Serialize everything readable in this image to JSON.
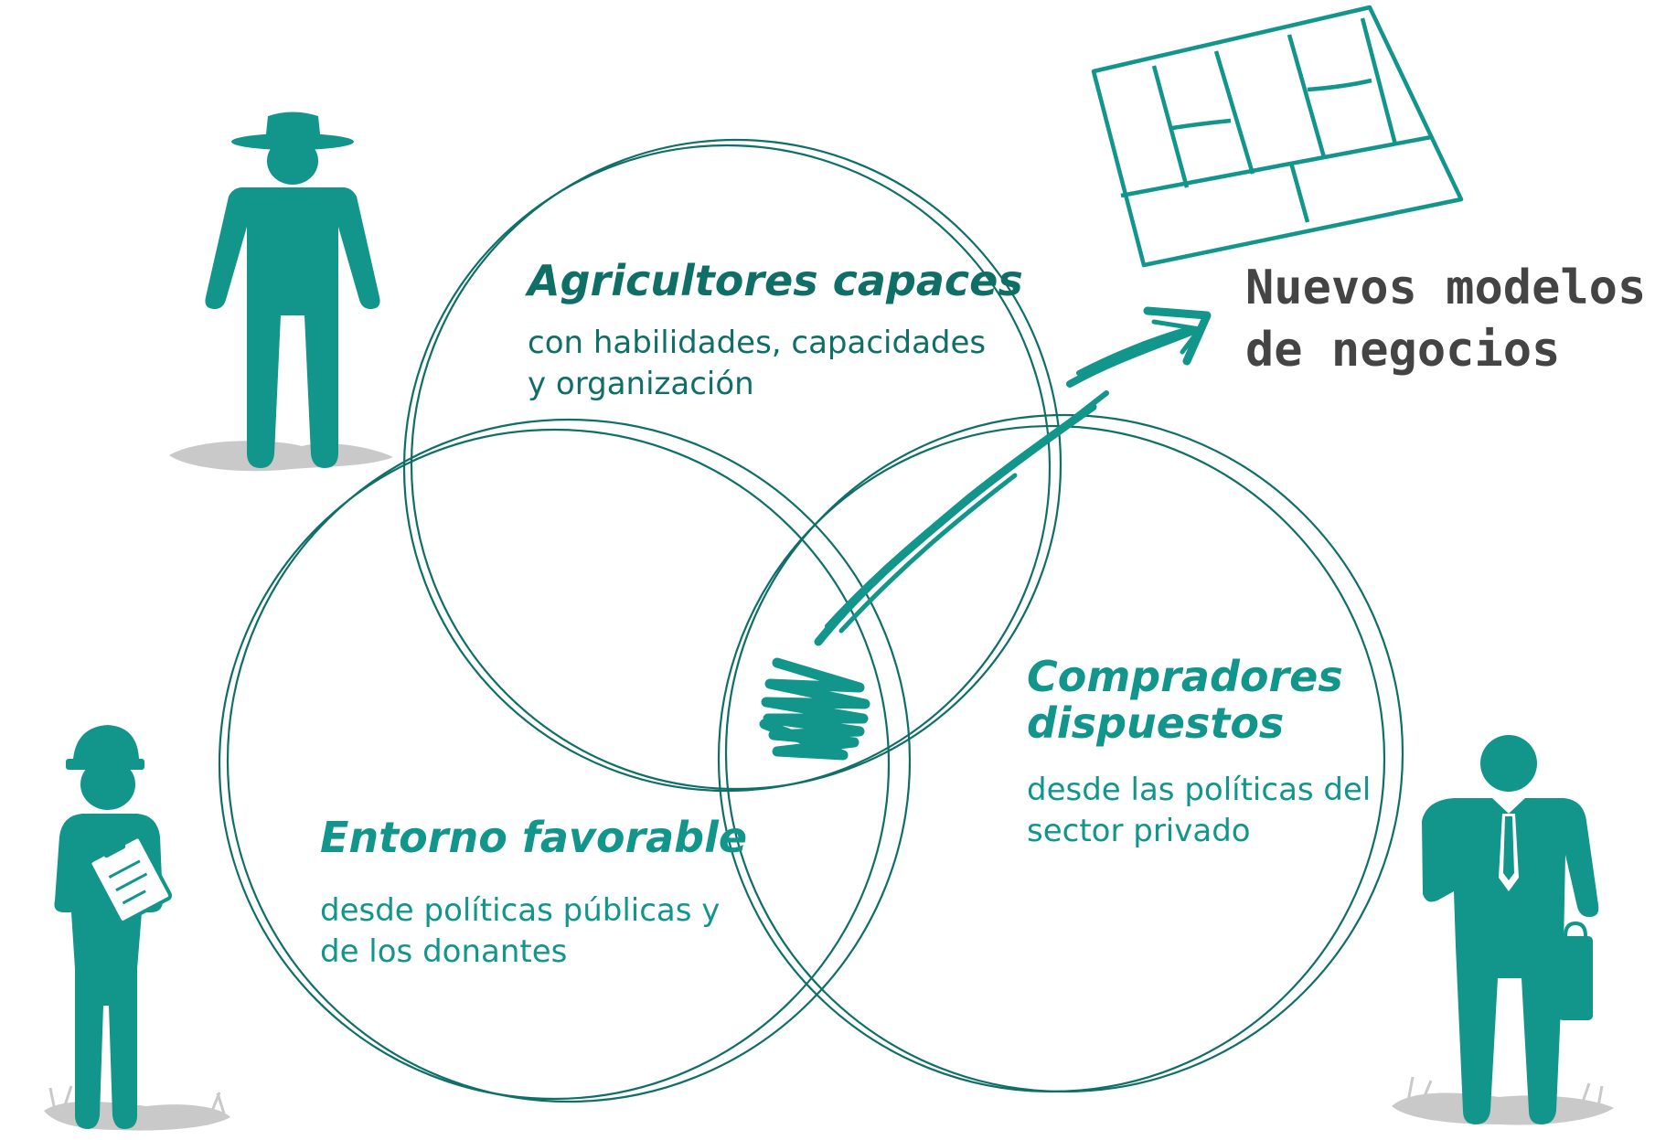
{
  "colors": {
    "teal": "#12958b",
    "teal_dark": "#0f6f67",
    "ink": "#444444",
    "shadow": "#c9c9c9"
  },
  "circles": {
    "farmers": {
      "title": "Agricultores capaces",
      "desc_line1": "con habilidades, capacidades",
      "desc_line2": "y organización"
    },
    "environment": {
      "title": "Entorno favorable",
      "desc_line1": "desde políticas públicas y",
      "desc_line2": "de los donantes"
    },
    "buyers": {
      "title_line1": "Compradores",
      "title_line2": "dispuestos",
      "desc_line1": "desde las políticas  del",
      "desc_line2": "sector privado"
    }
  },
  "outcome": {
    "line1": "Nuevos modelos",
    "line2": "de negocios"
  },
  "icons": {
    "farmer": "farmer-figure-icon",
    "officer": "officer-with-clipboard-icon",
    "businessman": "businessman-with-briefcase-icon",
    "plan": "business-plan-grid-icon",
    "arrow": "scribble-arrow-icon"
  }
}
